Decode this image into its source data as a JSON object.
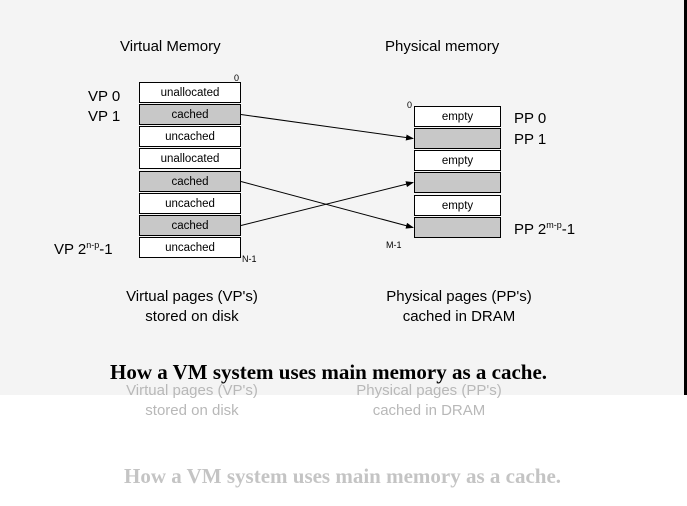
{
  "headers": {
    "virtual": "Virtual Memory",
    "physical": "Physical memory"
  },
  "virtual_pages": [
    {
      "label": "unallocated",
      "shade": "white"
    },
    {
      "label": "cached",
      "shade": "grey"
    },
    {
      "label": "uncached",
      "shade": "white"
    },
    {
      "label": "unallocated",
      "shade": "white"
    },
    {
      "label": "cached",
      "shade": "grey"
    },
    {
      "label": "uncached",
      "shade": "white"
    },
    {
      "label": "cached",
      "shade": "grey"
    },
    {
      "label": "uncached",
      "shade": "white"
    }
  ],
  "physical_pages": [
    {
      "label": "empty",
      "shade": "white"
    },
    {
      "label": "",
      "shade": "grey"
    },
    {
      "label": "empty",
      "shade": "white"
    },
    {
      "label": "",
      "shade": "grey"
    },
    {
      "label": "empty",
      "shade": "white"
    },
    {
      "label": "",
      "shade": "grey"
    }
  ],
  "vp_labels": {
    "vp0": "VP 0",
    "vp1": "VP 1",
    "vplast_base": "VP 2",
    "vplast_exp": "n-p",
    "vplast_tail": "-1"
  },
  "pp_labels": {
    "pp0": "PP 0",
    "pp1": "PP 1",
    "pplast_base": "PP 2",
    "pplast_exp": "m-p",
    "pplast_tail": "-1"
  },
  "markers": {
    "v_top": "0",
    "v_bottom": "N-1",
    "p_top": "0",
    "p_bottom": "M-1"
  },
  "captions": {
    "virtual_line1": "Virtual pages (VP's)",
    "virtual_line2": "stored on disk",
    "physical_line1": "Physical pages (PP's)",
    "physical_line2": "cached in DRAM"
  },
  "title": "How a VM system uses main memory as a cache.",
  "mappings": [
    {
      "from": 1,
      "to": 1
    },
    {
      "from": 4,
      "to": 5
    },
    {
      "from": 6,
      "to": 3
    }
  ],
  "colors": {
    "cached": "#c8c8c8",
    "uncached": "#ffffff",
    "panel": "#f4f4f4"
  }
}
